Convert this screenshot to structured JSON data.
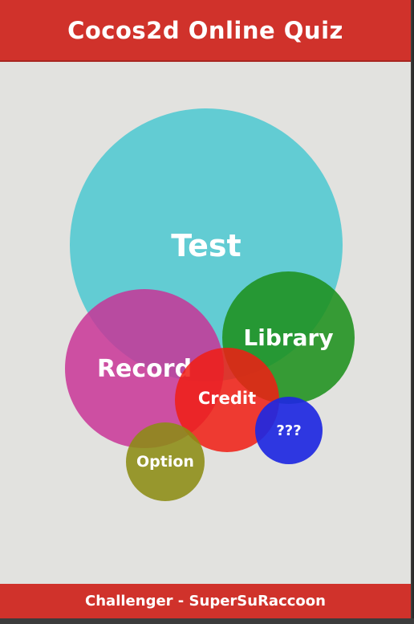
{
  "header": {
    "title": "Cocos2d Online Quiz"
  },
  "menu": {
    "test": "Test",
    "record": "Record",
    "library": "Library",
    "credit": "Credit",
    "unknown": "???",
    "option": "Option"
  },
  "footer": {
    "text": "Challenger - SuperSuRaccoon"
  },
  "colors": {
    "bar": "#d0322b",
    "background": "#e2e2df",
    "test": "#50c8d2",
    "record": "#c83296",
    "library": "#1e911e",
    "credit": "#f01e14",
    "unknown": "#1e28e1",
    "option": "#8c8c14"
  }
}
